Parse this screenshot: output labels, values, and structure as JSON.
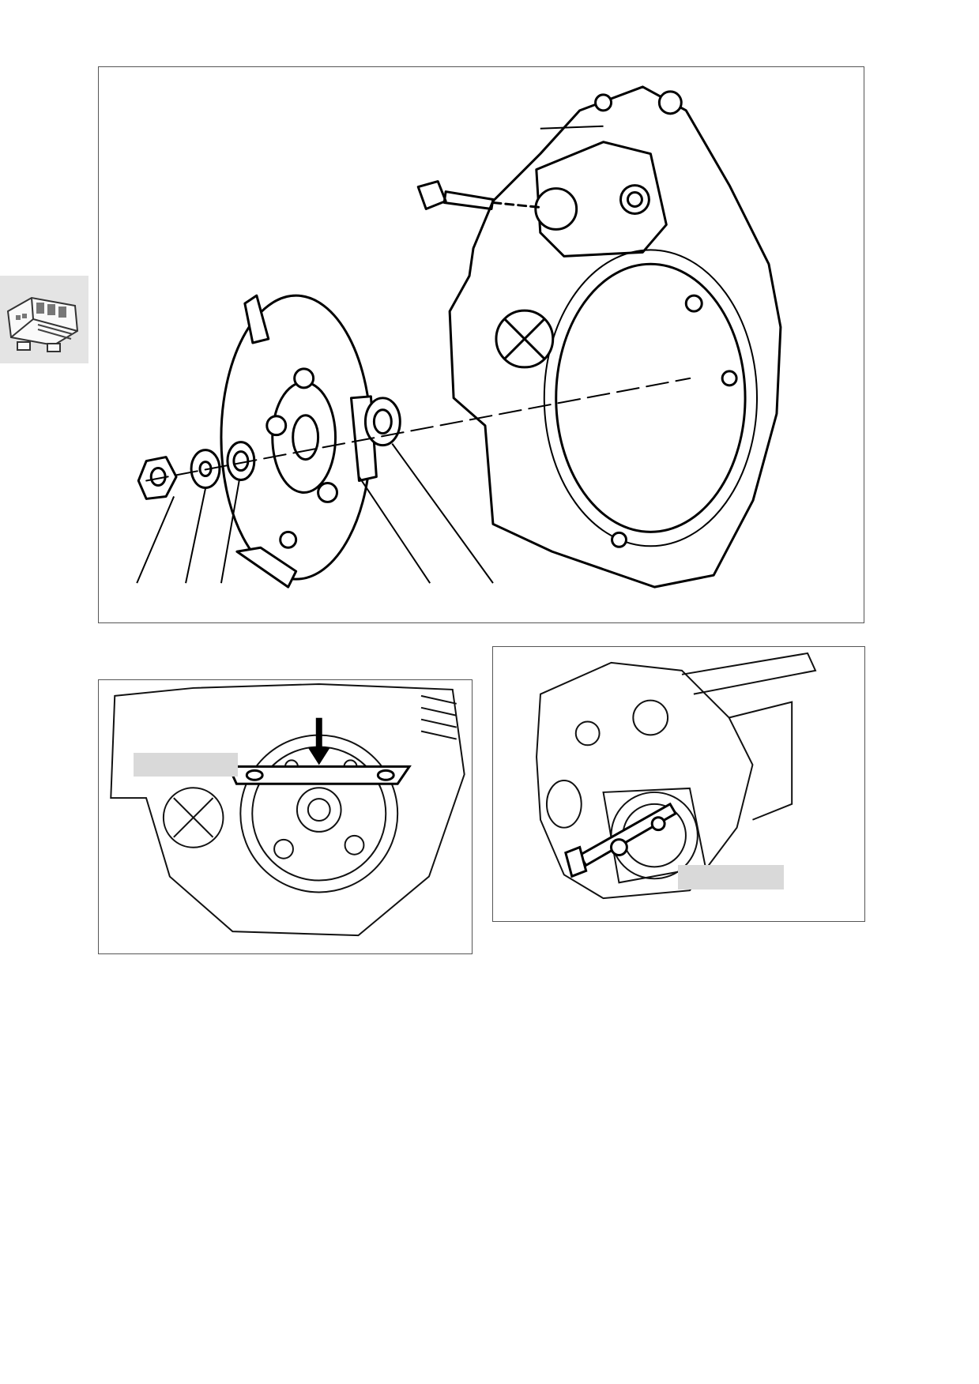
{
  "page": {
    "background": "#ffffff",
    "line_color": "#000000",
    "redaction_color": "#d9d9d9",
    "thumbnail_background": "#e4e4e4"
  },
  "figures": {
    "main": {
      "icon": "exploded-flywheel-housing-diagram"
    },
    "bottom_left": {
      "icon": "flywheel-locking-tool-diagram"
    },
    "bottom_right": {
      "icon": "flywheel-puller-diagram"
    }
  },
  "thumbnail": {
    "icon": "engine-block-icon"
  }
}
